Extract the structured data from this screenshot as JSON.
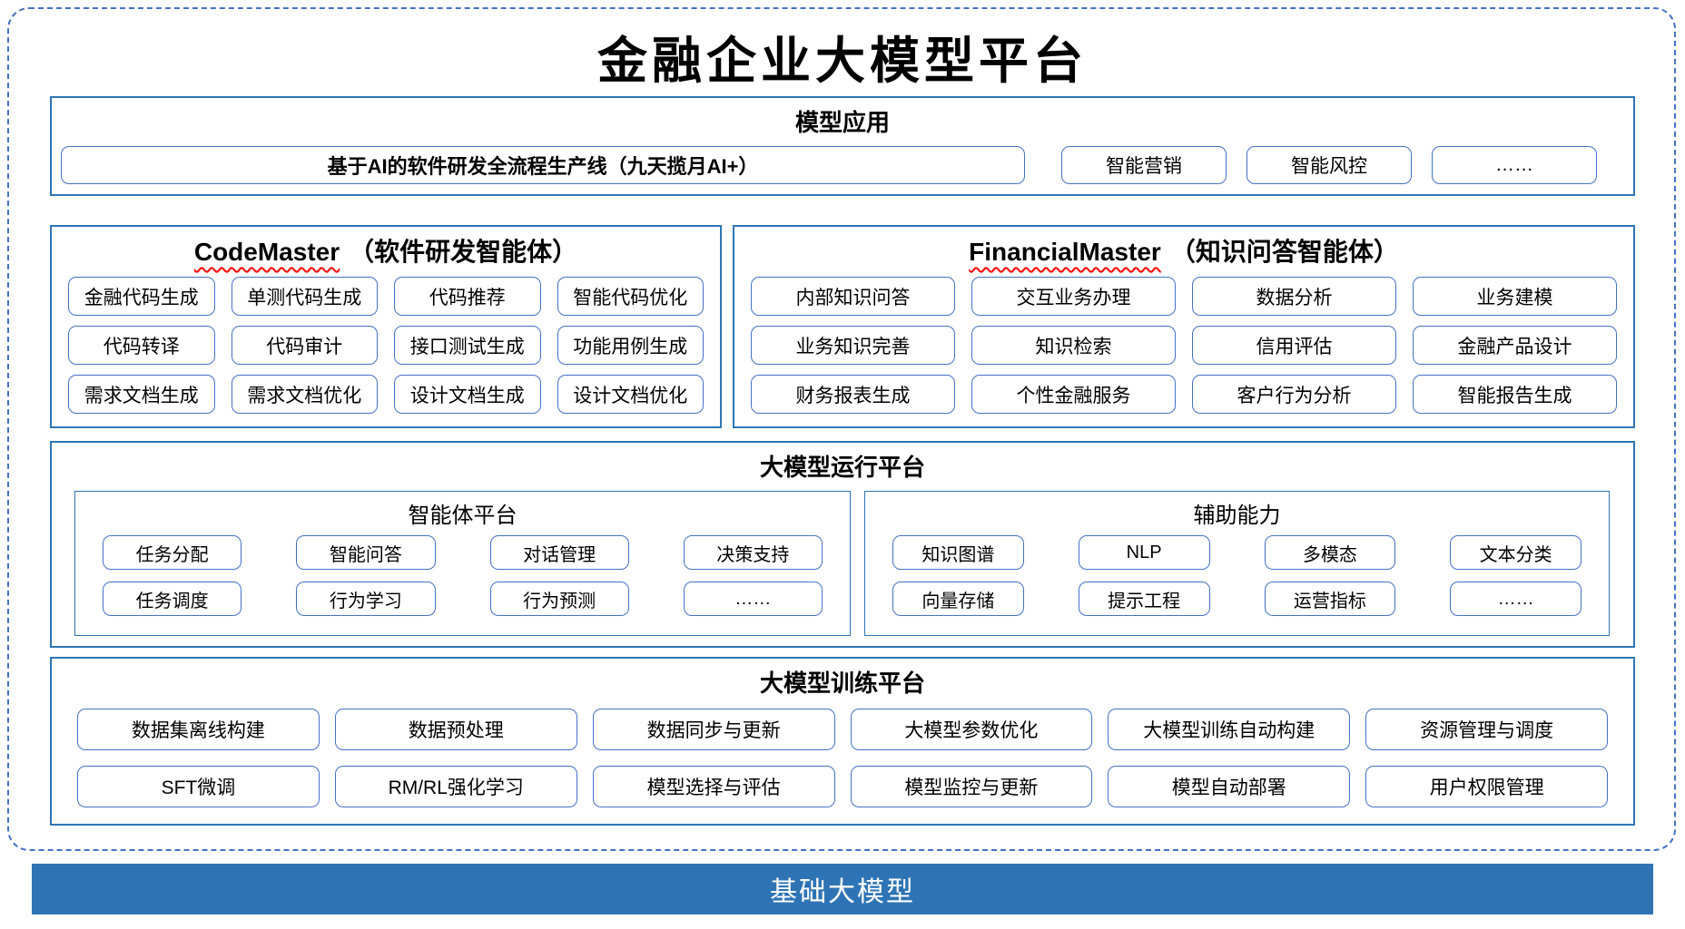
{
  "main_title": "金融企业大模型平台",
  "model_apps": {
    "title": "模型应用",
    "pipeline_box": "基于AI的软件研发全流程生产线（九天揽月AI+）",
    "boxes": [
      "智能营销",
      "智能风控",
      "……"
    ]
  },
  "code_master": {
    "title_en": "CodeMaster",
    "title_zh": "（软件研发智能体）",
    "boxes": [
      "金融代码生成",
      "单测代码生成",
      "代码推荐",
      "智能代码优化",
      "代码转译",
      "代码审计",
      "接口测试生成",
      "功能用例生成",
      "需求文档生成",
      "需求文档优化",
      "设计文档生成",
      "设计文档优化"
    ]
  },
  "financial_master": {
    "title_en": "FinancialMaster",
    "title_zh": "（知识问答智能体）",
    "boxes": [
      "内部知识问答",
      "交互业务办理",
      "数据分析",
      "业务建模",
      "业务知识完善",
      "知识检索",
      "信用评估",
      "金融产品设计",
      "财务报表生成",
      "个性金融服务",
      "客户行为分析",
      "智能报告生成"
    ]
  },
  "runtime_platform": {
    "title": "大模型运行平台",
    "agent_platform": {
      "title": "智能体平台",
      "boxes": [
        "任务分配",
        "智能问答",
        "对话管理",
        "决策支持",
        "任务调度",
        "行为学习",
        "行为预测",
        "……"
      ]
    },
    "aux_ability": {
      "title": "辅助能力",
      "boxes": [
        "知识图谱",
        "NLP",
        "多模态",
        "文本分类",
        "向量存储",
        "提示工程",
        "运营指标",
        "……"
      ]
    }
  },
  "training_platform": {
    "title": "大模型训练平台",
    "boxes": [
      "数据集离线构建",
      "数据预处理",
      "数据同步与更新",
      "大模型参数优化",
      "大模型训练自动构建",
      "资源管理与调度",
      "SFT微调",
      "RM/RL强化学习",
      "模型选择与评估",
      "模型监控与更新",
      "模型自动部署",
      "用户权限管理"
    ]
  },
  "foundation_bar": {
    "title": "基础大模型"
  },
  "colors": {
    "section_border": "#2E75B6",
    "box_border": "#4472C4",
    "dashed_frame": "#4472C4",
    "foundation_bg": "#2E74B5",
    "foundation_text": "#FFFFFF",
    "spellcheck_underline": "#FF0000",
    "text": "#000000"
  }
}
